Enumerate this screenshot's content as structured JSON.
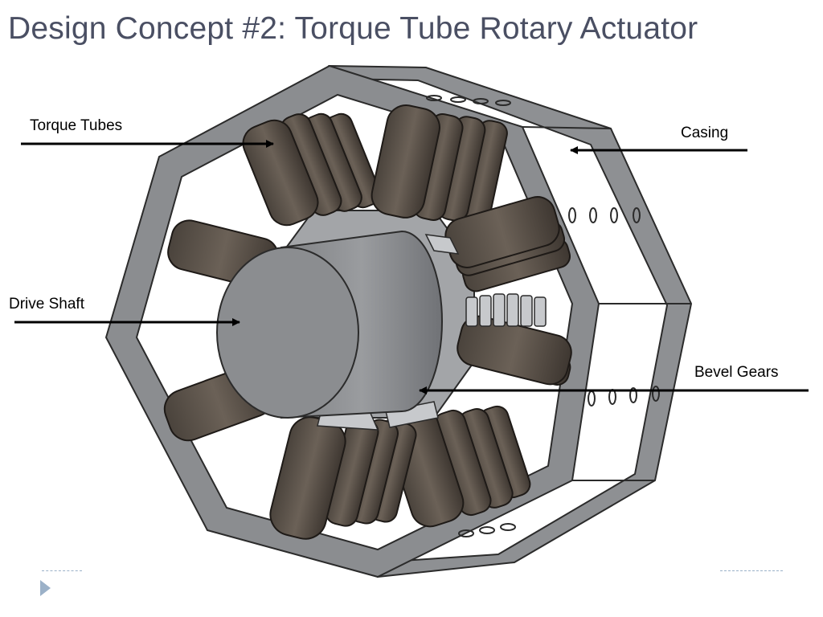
{
  "slide": {
    "title": "Design Concept #2: Torque Tube Rotary Actuator"
  },
  "labels": {
    "torque_tubes": "Torque Tubes",
    "casing": "Casing",
    "drive_shaft": "Drive Shaft",
    "bevel_gears": "Bevel Gears"
  },
  "colors": {
    "title": "#4a4f63",
    "casing": "#8b8d90",
    "casing_dark": "#6f7174",
    "tube": "#5a524a",
    "tube_dark": "#3f3832",
    "shaft": "#8e9093",
    "accent_rule": "#9bb1c8"
  },
  "icons": {
    "nav": "triangle-right-icon"
  }
}
